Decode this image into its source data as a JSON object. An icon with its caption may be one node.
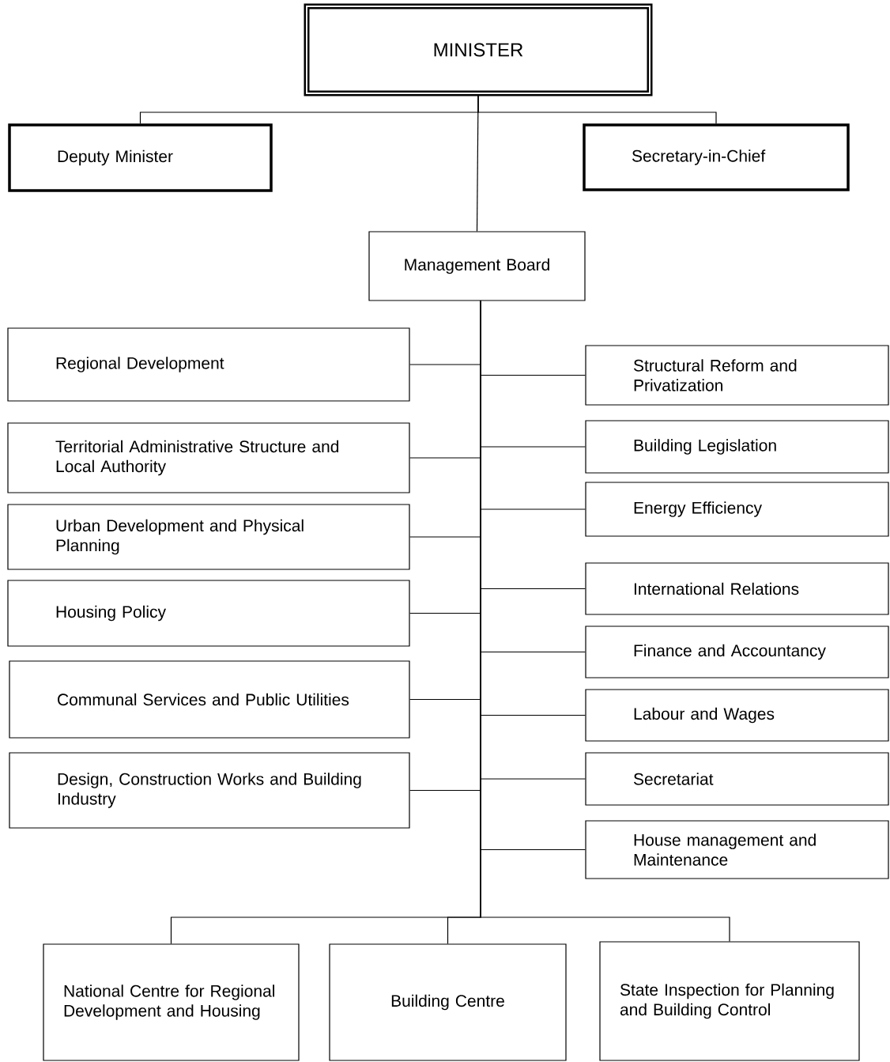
{
  "diagram": {
    "nodes": [
      {
        "text": [
          "MINISTER"
        ]
      },
      {
        "text": [
          "Deputy Minister"
        ]
      },
      {
        "text": [
          "Secretary-in-Chief"
        ]
      },
      {
        "text": [
          "Management Board"
        ]
      },
      {
        "text": [
          "Regional Development"
        ]
      },
      {
        "text": [
          "Structural Reform and Privatization"
        ]
      },
      {
        "text": [
          "Territorial Administrative Structure and Local Authority"
        ]
      },
      {
        "text": [
          "Building Legislation"
        ]
      },
      {
        "text": [
          "Urban Development and Physical Planning"
        ]
      },
      {
        "text": [
          "Energy Efficiency"
        ]
      },
      {
        "text": [
          "Housing Policy"
        ]
      },
      {
        "text": [
          "International Relations"
        ]
      },
      {
        "text": [
          "Communal Services and Public Utilities"
        ]
      },
      {
        "text": [
          "Finance and Accountancy"
        ]
      },
      {
        "text": [
          "Labour and Wages"
        ]
      },
      {
        "text": [
          "Design, Construction Works and Building Industry"
        ]
      },
      {
        "text": [
          "Secretariat"
        ]
      },
      {
        "text": [
          "House management and Maintenance"
        ]
      },
      {
        "text": [
          "National Centre for Regional Development and Housing"
        ]
      },
      {
        "text": [
          "Building Centre"
        ]
      },
      {
        "text": [
          "State Inspection for Planning and Building Control"
        ]
      }
    ],
    "edges": [
      {
        "from": 0,
        "to": 1,
        "arrow": "none"
      },
      {
        "from": 0,
        "to": 2,
        "arrow": "none"
      },
      {
        "from": 0,
        "to": 3,
        "arrow": "none"
      },
      {
        "from": 3,
        "to": 4,
        "arrow": "none"
      },
      {
        "from": 3,
        "to": 5,
        "arrow": "none"
      },
      {
        "from": 3,
        "to": 6,
        "arrow": "none"
      },
      {
        "from": 3,
        "to": 7,
        "arrow": "none"
      },
      {
        "from": 3,
        "to": 8,
        "arrow": "none"
      },
      {
        "from": 3,
        "to": 9,
        "arrow": "none"
      },
      {
        "from": 3,
        "to": 10,
        "arrow": "none"
      },
      {
        "from": 3,
        "to": 11,
        "arrow": "none"
      },
      {
        "from": 3,
        "to": 12,
        "arrow": "none"
      },
      {
        "from": 3,
        "to": 13,
        "arrow": "none"
      },
      {
        "from": 3,
        "to": 14,
        "arrow": "none"
      },
      {
        "from": 3,
        "to": 15,
        "arrow": "none"
      },
      {
        "from": 3,
        "to": 16,
        "arrow": "none"
      },
      {
        "from": 3,
        "to": 17,
        "arrow": "none"
      },
      {
        "from": 3,
        "to": 18,
        "arrow": "none"
      },
      {
        "from": 3,
        "to": 19,
        "arrow": "none"
      },
      {
        "from": 3,
        "to": 20,
        "arrow": "none"
      }
    ]
  }
}
